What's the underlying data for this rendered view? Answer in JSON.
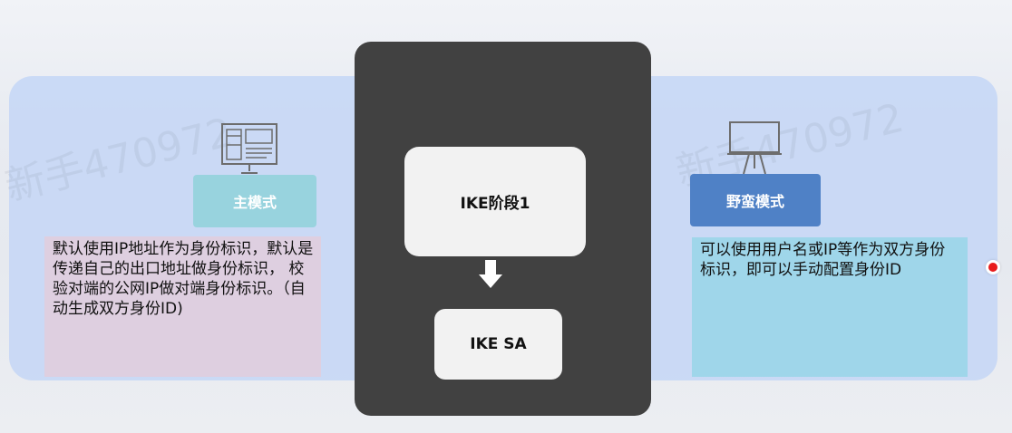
{
  "watermark": "新手470972",
  "left": {
    "mode_label": "主模式",
    "description": "默认使用IP地址作为身份标识，默认是传递自己的出口地址做身份标识， 校验对端的公网IP做对端身份标识。（自动生成双方身份ID)",
    "icon": "web-page-monitor-icon"
  },
  "center": {
    "phase_label": "IKE阶段1",
    "result_label": "IKE SA",
    "arrow_icon": "down-arrow-icon"
  },
  "right": {
    "mode_label": "野蛮模式",
    "description": "可以使用用户名或IP等作为双方身份标识，即可以手动配置身份ID",
    "icon": "presentation-board-icon"
  },
  "colors": {
    "band": "#c4d6f6",
    "center_panel": "#414141",
    "main_mode": "#98d3de",
    "aggressive_mode": "#4f81c6",
    "left_desc_bg": "#decfe0",
    "right_desc_bg": "#9fd6ea",
    "pointer": "#e81c1c"
  }
}
